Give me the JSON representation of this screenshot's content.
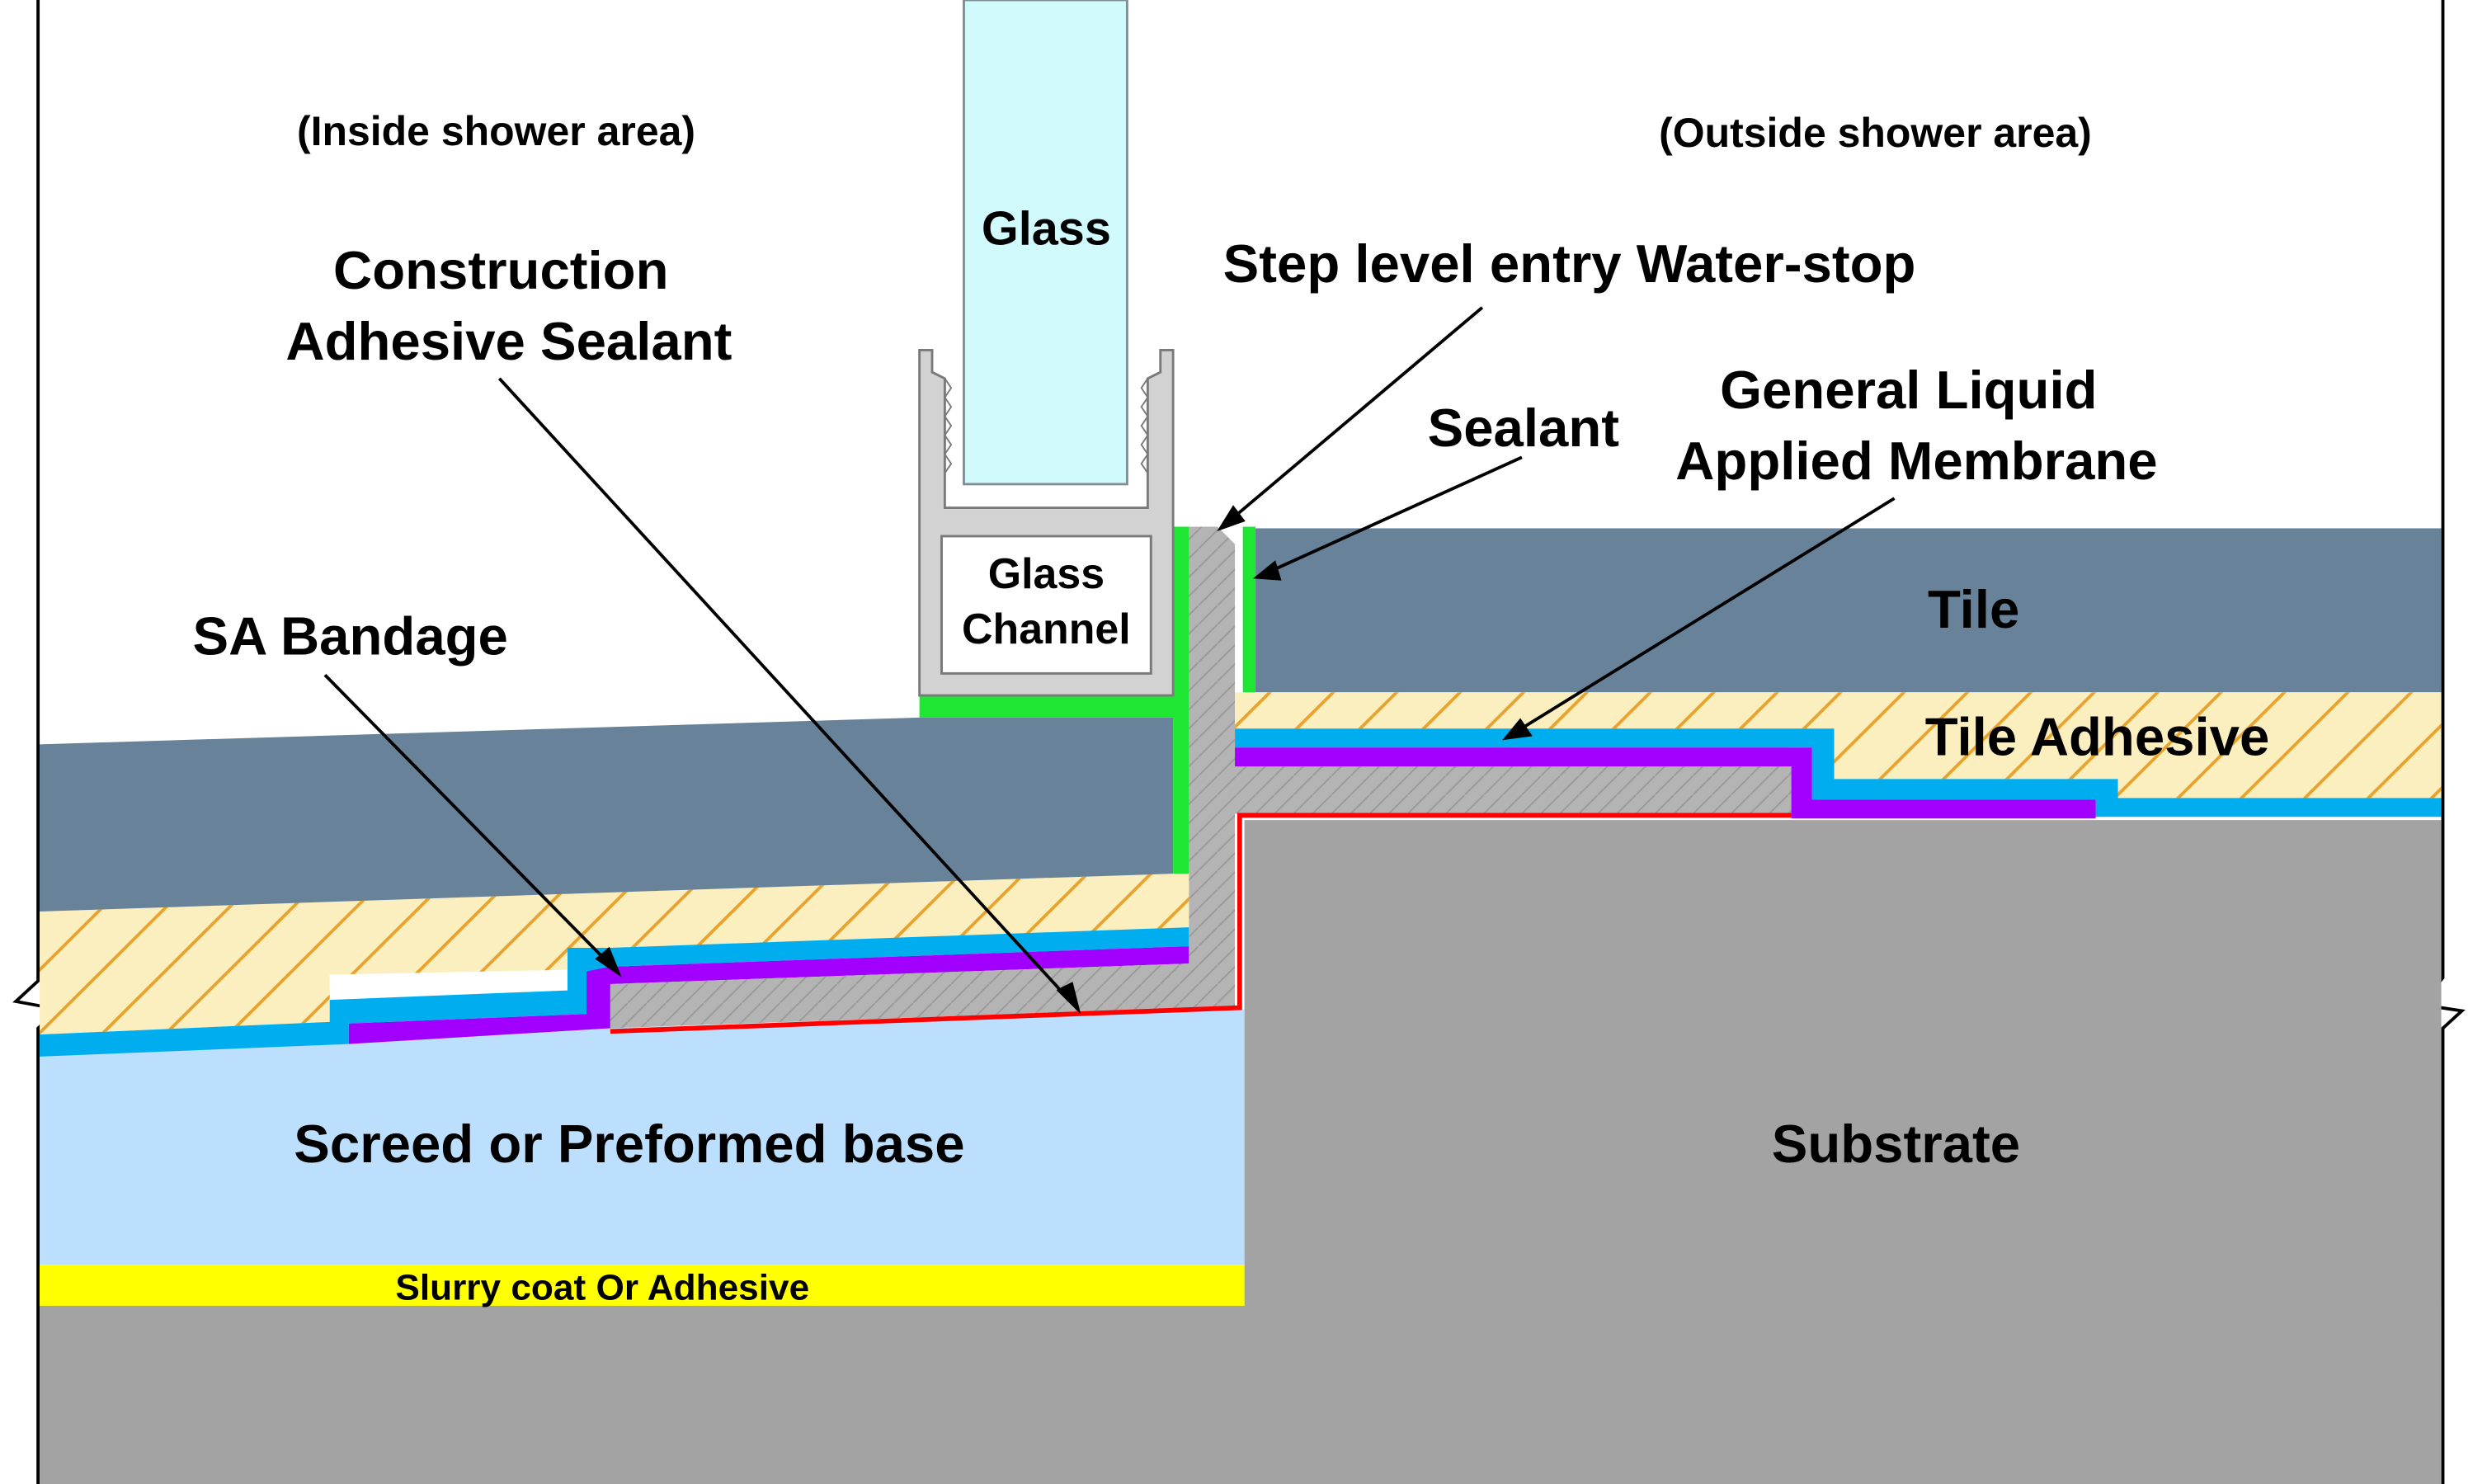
{
  "labels": {
    "inside_area": "(Inside shower area)",
    "outside_area": "(Outside shower area)",
    "glass": "Glass",
    "glass_channel_line1": "Glass",
    "glass_channel_line2": "Channel",
    "construction_adhesive_line1": "Construction",
    "construction_adhesive_line2": "Adhesive Sealant",
    "water_stop": "Step level entry Water-stop",
    "sealant": "Sealant",
    "membrane_line1": "General Liquid",
    "membrane_line2": "Applied Membrane",
    "sa_bandage": "SA Bandage",
    "tile": "Tile",
    "tile_adhesive": "Tile Adhesive",
    "screed": "Screed or Preformed base",
    "slurry": "Slurry coat Or Adhesive",
    "substrate": "Substrate"
  },
  "colors": {
    "tile": "#688299",
    "tile_adhesive": "#FBEFC0",
    "hatch": "#E8A32E",
    "membrane": "#00AEEF",
    "sa_bandage": "#A100FF",
    "sealant": "#1EE632",
    "construction_adhesive": "#FF0000",
    "water_stop": "#B4B4B4",
    "glass": "#D0FAFC",
    "screed": "#BBDFFC",
    "slurry": "#FFFF00",
    "substrate": "#A3A3A3",
    "glass_channel": "#D2D2D2"
  }
}
